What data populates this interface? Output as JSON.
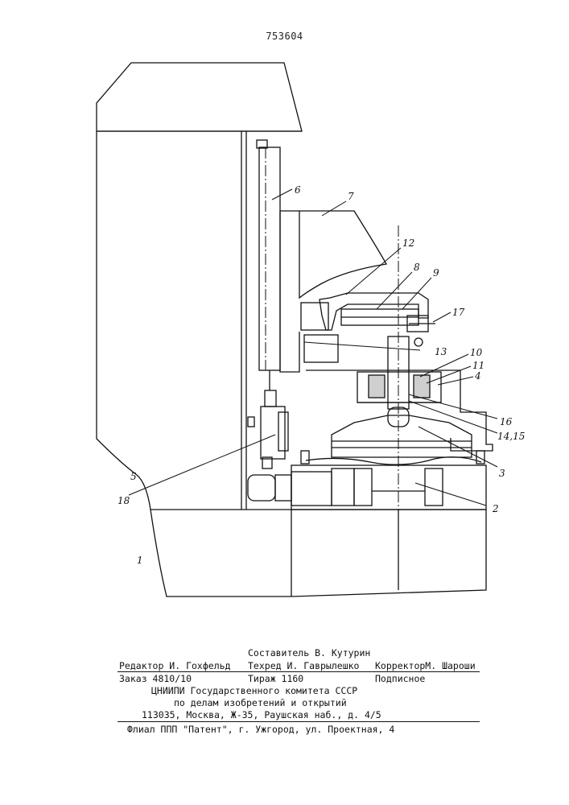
{
  "document": {
    "number": "753604"
  },
  "labels": {
    "l1": "1",
    "l2": "2",
    "l3": "3",
    "l4": "4",
    "l5": "5",
    "l6": "6",
    "l7": "7",
    "l8": "8",
    "l9": "9",
    "l10": "10",
    "l11": "11",
    "l12": "12",
    "l13": "13",
    "l14": "14,15",
    "l16": "16",
    "l17": "17",
    "l18": "18"
  },
  "footer": {
    "compiler": "Составитель В. Кутурин",
    "editor": "Редактор И. Гохфельд",
    "techred": "Техред И. Гаврылешко",
    "corrector": "КорректорМ. Шароши",
    "order": "Заказ 4810/10",
    "circulation": "Тираж 1160",
    "subscription": "Подписное",
    "org1": "ЦНИИПИ Государственного комитета СССР",
    "org2": "по делам изобретений и открытий",
    "address": "113035, Москва, Ж-35, Раушская наб., д. 4/5",
    "branch": "Флиал ППП \"Патент\", г. Ужгород, ул. Проектная, 4"
  }
}
